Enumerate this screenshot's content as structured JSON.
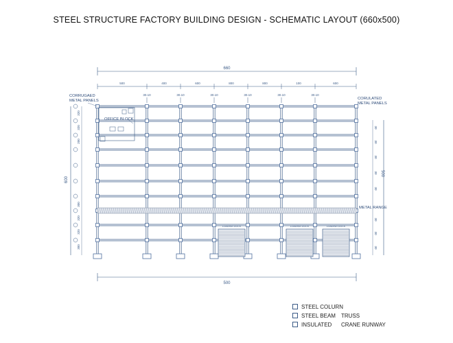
{
  "title": "STEEL STRUCTURE FACTORY BUILDING DESIGN - SCHEMATIC LAYOUT (660x500)",
  "dimensions": {
    "overall_top": "660",
    "overall_bottom": "500",
    "overall_left": "600",
    "overall_right": "500",
    "top_bays": [
      "500",
      "400",
      "600",
      "800",
      "800",
      "100",
      "600"
    ],
    "column_ticks": [
      "30.10",
      "30.10",
      "30.10",
      "30.10",
      "30.10",
      "30.10"
    ],
    "left_rows": [
      "320",
      "320",
      "200",
      "300",
      "320",
      "320",
      "300"
    ],
    "right_rows": [
      "30",
      "30",
      "30",
      "30",
      "30",
      "30",
      "30",
      "30"
    ]
  },
  "labels": {
    "corrugated_left": [
      "CORRUGAED",
      "METAL PANELS"
    ],
    "corrugated_right": [
      "CORULATED",
      "METAL PANELS"
    ],
    "office_block": "OFFICE BLOCK",
    "metal_range": "METAL RANGE",
    "loading_docks": [
      "LOADING DOCK",
      "LOADING DOCK",
      "LOADING DOCK"
    ]
  },
  "legend": [
    {
      "box": "STEEL COLURN",
      "extra": ""
    },
    {
      "box": "STEEL BEAM",
      "extra": "TRUSS"
    },
    {
      "box": "INSULATED",
      "extra": "CRANE RUNWAY"
    }
  ],
  "colors": {
    "line": "#3a5a86",
    "column": "#4f6f9e",
    "accent_gray": "#8a98ad"
  }
}
